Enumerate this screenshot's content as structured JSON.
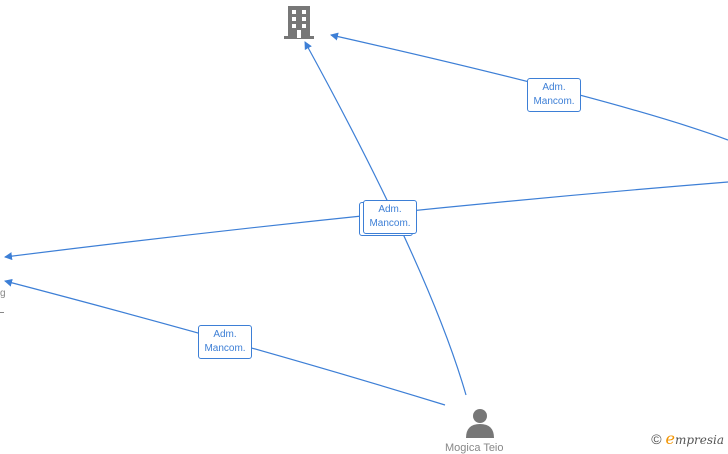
{
  "graph": {
    "edges": [
      {
        "id": "e1",
        "label_line1": "Adm.",
        "label_line2": "Mancom."
      },
      {
        "id": "e2",
        "label_line1": "Adm.",
        "label_line2": "Mancom."
      },
      {
        "id": "e3",
        "label_line1": "Adm.",
        "label_line2": "Mancom."
      },
      {
        "id": "e4",
        "label_line1": "Adm.",
        "label_line2": "Mancom."
      }
    ],
    "nodes": {
      "company": {
        "icon": "building-icon"
      },
      "person": {
        "icon": "person-icon",
        "name": "Mogica Teio"
      }
    },
    "left_fragment": "g"
  },
  "colors": {
    "edge": "#3d7fd6",
    "icon": "#777777",
    "brand_accent": "#f29400"
  },
  "footer": {
    "copyright_symbol": "©",
    "brand_first": "e",
    "brand_rest": "mpresia"
  }
}
